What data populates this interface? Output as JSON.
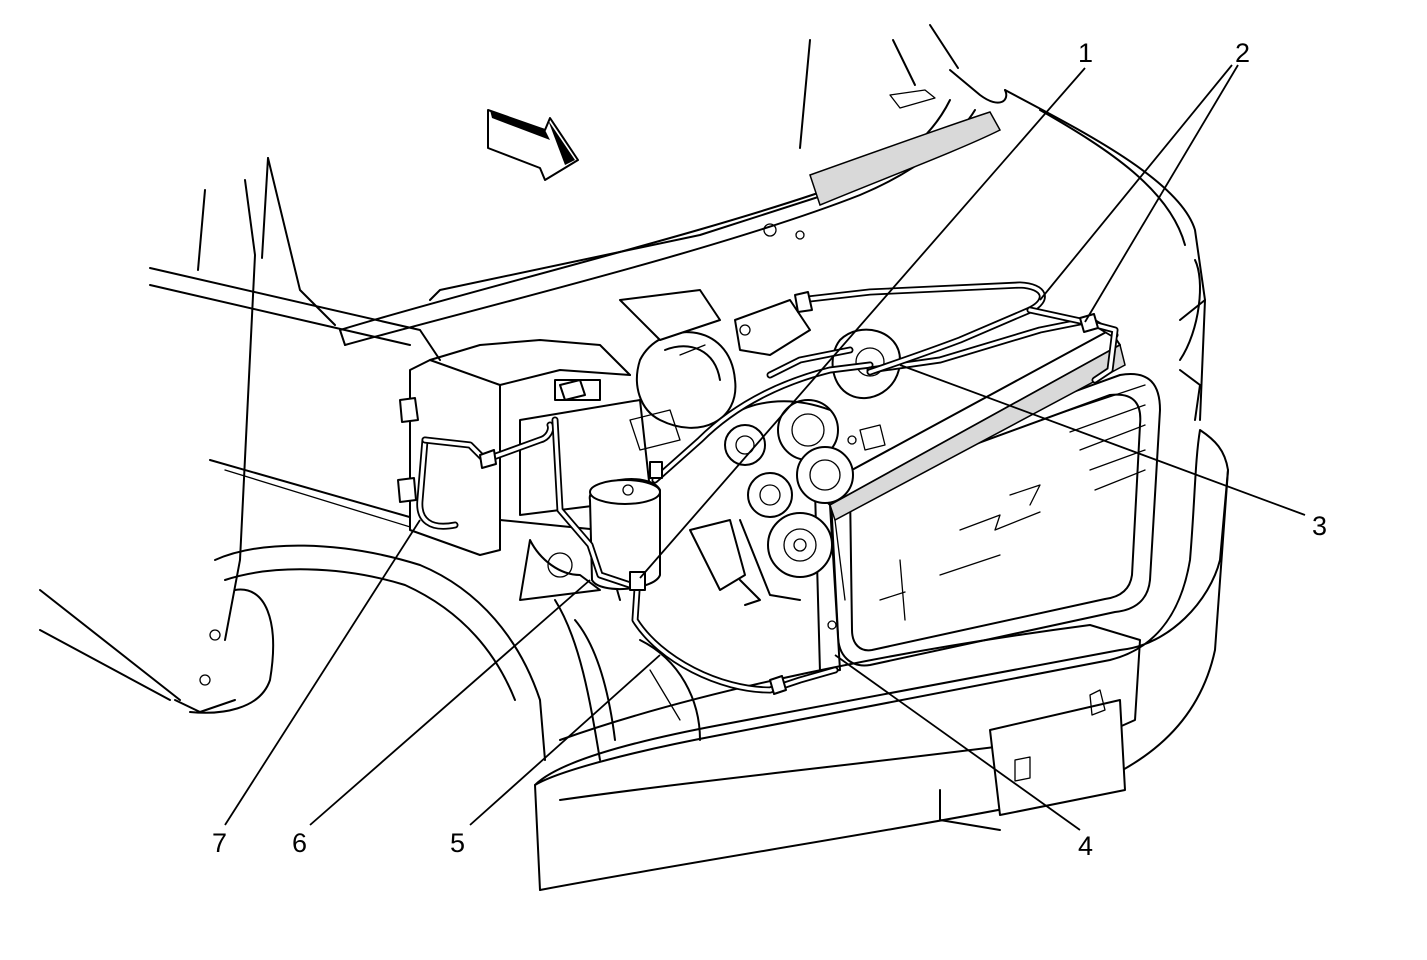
{
  "diagram": {
    "callouts": [
      {
        "id": "1",
        "label": "1"
      },
      {
        "id": "2",
        "label": "2"
      },
      {
        "id": "3",
        "label": "3"
      },
      {
        "id": "4",
        "label": "4"
      },
      {
        "id": "5",
        "label": "5"
      },
      {
        "id": "6",
        "label": "6"
      },
      {
        "id": "7",
        "label": "7"
      }
    ],
    "colors": {
      "line": "#000000",
      "background": "#ffffff",
      "shade": "#d9d9d9"
    }
  }
}
